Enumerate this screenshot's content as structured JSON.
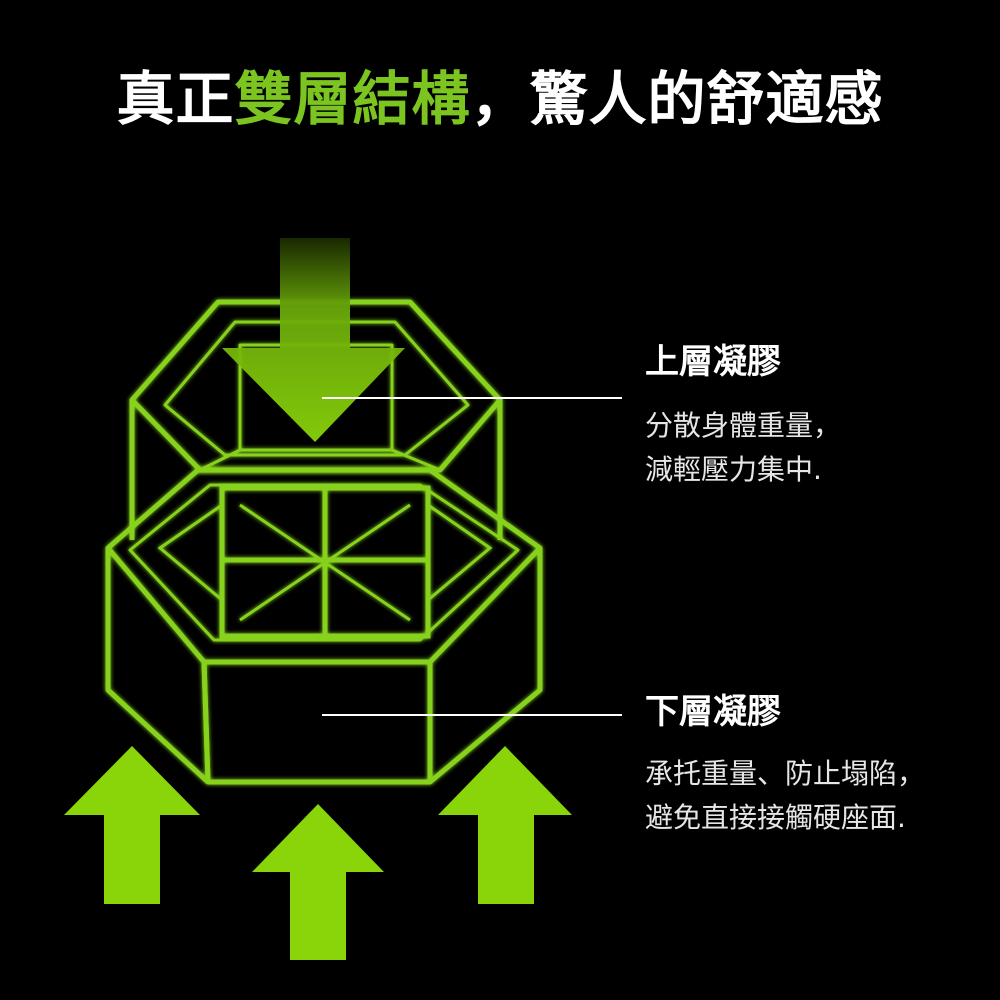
{
  "headline": {
    "part1": "真正",
    "part2": "雙層結構",
    "part3": "，驚人的舒適感"
  },
  "upper_layer": {
    "title": "上層凝膠",
    "lines": [
      "分散身體重量，",
      "減輕壓力集中."
    ]
  },
  "lower_layer": {
    "title": "下層凝膠",
    "lines": [
      "承托重量、防止塌陷，",
      "避免直接接觸硬座面."
    ]
  },
  "colors": {
    "background": "#000000",
    "accent_green": "#7cc520",
    "arrow_green": "#8ad40a",
    "text": "#ffffff"
  },
  "icons": {
    "down_arrow": "pressure-down-arrow-icon",
    "up_arrows": "support-up-arrow-icon"
  }
}
